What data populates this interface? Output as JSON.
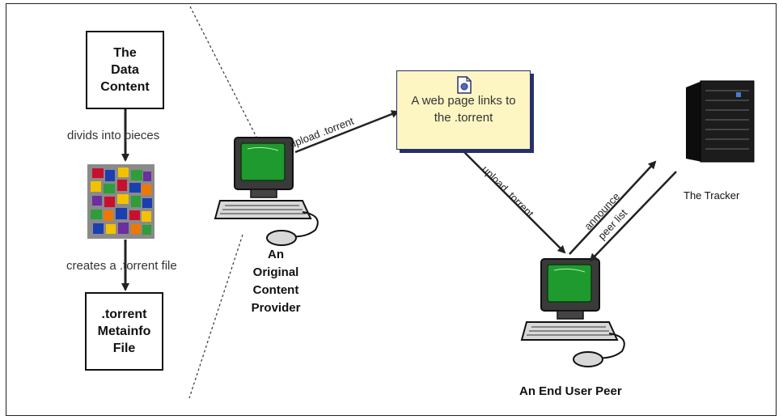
{
  "boxes": {
    "data_content": "The\nData\nContent",
    "metainfo": ".torrent\nMetainfo\nFile"
  },
  "labels": {
    "divides": "divids into pieces",
    "creates": "creates a .torrent file",
    "provider": "An\nOriginal\nContent\nProvider",
    "webpage": "A web page links to\nthe .torrent",
    "tracker": "The Tracker",
    "end_user": "An End User Peer"
  },
  "arrows": {
    "upload_1": "upload .torrent",
    "upload_2": "upload .torrent",
    "announce": "announce",
    "peer_list": "peer list"
  },
  "icons": [
    "computer-icon",
    "document-icon",
    "server-tower-icon",
    "pieces-mosaic-icon"
  ],
  "colors": {
    "note_fill": "#fdf6c3",
    "note_border": "#26306b",
    "screen_green": "#1e9a2e"
  }
}
